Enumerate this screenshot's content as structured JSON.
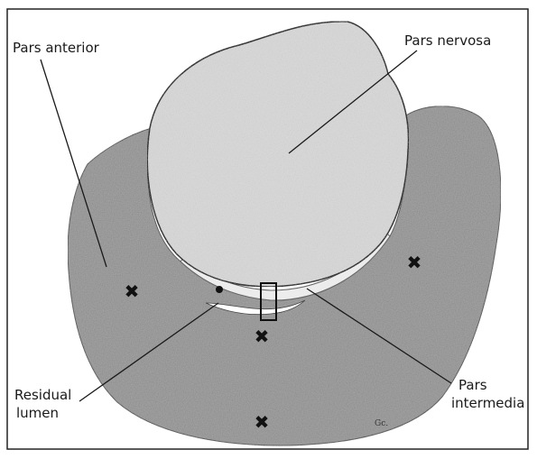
{
  "labels": {
    "pars_anterior": "Pars anterior",
    "pars_nervosa": "Pars nervosa",
    "residual_lumen_line1": "Residual",
    "residual_lumen_line2": "lumen",
    "pars_intermedia_line1": "Pars",
    "pars_intermedia_line2": "intermedia"
  },
  "marker_symbol": "✖",
  "artist_initials": "Gc.",
  "colors": {
    "paper": "#ffffff",
    "border": "#222222",
    "anterior_tissue": "#9f9f9f",
    "nervosa_tissue": "#d6d6d6",
    "intermedia_band": "#ececec",
    "ink": "#1a1a1a"
  }
}
